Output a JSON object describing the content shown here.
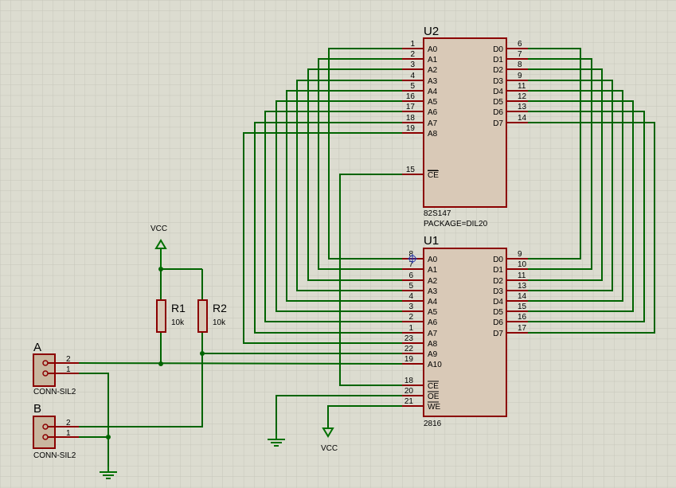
{
  "colors": {
    "background": "#dcdcd0",
    "grid": "#c8c8bc",
    "wire": "#006400",
    "outline": "#8b0000",
    "body_fill": "#d9c9b7",
    "power": "#007000",
    "connector_fill": "#c9b79f"
  },
  "u2": {
    "ref": "U2",
    "part": "82S147",
    "package": "PACKAGE=DIL20",
    "left_pins": [
      {
        "num": "1",
        "name": "A0"
      },
      {
        "num": "2",
        "name": "A1"
      },
      {
        "num": "3",
        "name": "A2"
      },
      {
        "num": "4",
        "name": "A3"
      },
      {
        "num": "5",
        "name": "A4"
      },
      {
        "num": "16",
        "name": "A5"
      },
      {
        "num": "17",
        "name": "A6"
      },
      {
        "num": "18",
        "name": "A7"
      },
      {
        "num": "19",
        "name": "A8"
      }
    ],
    "ce_pin": {
      "num": "15",
      "name": "CE"
    },
    "right_pins": [
      {
        "num": "6",
        "name": "D0"
      },
      {
        "num": "7",
        "name": "D1"
      },
      {
        "num": "8",
        "name": "D2"
      },
      {
        "num": "9",
        "name": "D3"
      },
      {
        "num": "11",
        "name": "D4"
      },
      {
        "num": "12",
        "name": "D5"
      },
      {
        "num": "13",
        "name": "D6"
      },
      {
        "num": "14",
        "name": "D7"
      }
    ]
  },
  "u1": {
    "ref": "U1",
    "part": "2816",
    "left_pins": [
      {
        "num": "8",
        "name": "A0"
      },
      {
        "num": "7",
        "name": "A1"
      },
      {
        "num": "6",
        "name": "A2"
      },
      {
        "num": "5",
        "name": "A3"
      },
      {
        "num": "4",
        "name": "A4"
      },
      {
        "num": "3",
        "name": "A5"
      },
      {
        "num": "2",
        "name": "A6"
      },
      {
        "num": "1",
        "name": "A7"
      },
      {
        "num": "23",
        "name": "A8"
      },
      {
        "num": "22",
        "name": "A9"
      },
      {
        "num": "19",
        "name": "A10"
      }
    ],
    "control_pins": [
      {
        "num": "18",
        "name": "CE"
      },
      {
        "num": "20",
        "name": "OE"
      },
      {
        "num": "21",
        "name": "WE"
      }
    ],
    "right_pins": [
      {
        "num": "9",
        "name": "D0"
      },
      {
        "num": "10",
        "name": "D1"
      },
      {
        "num": "11",
        "name": "D2"
      },
      {
        "num": "13",
        "name": "D3"
      },
      {
        "num": "14",
        "name": "D4"
      },
      {
        "num": "15",
        "name": "D5"
      },
      {
        "num": "16",
        "name": "D6"
      },
      {
        "num": "17",
        "name": "D7"
      }
    ]
  },
  "r1": {
    "ref": "R1",
    "value": "10k"
  },
  "r2": {
    "ref": "R2",
    "value": "10k"
  },
  "vcc_top": "VCC",
  "vcc_bottom": "VCC",
  "conn_a": {
    "ref": "A",
    "part": "CONN-SIL2",
    "pin2": "2",
    "pin1": "1"
  },
  "conn_b": {
    "ref": "B",
    "part": "CONN-SIL2",
    "pin2": "2",
    "pin1": "1"
  }
}
